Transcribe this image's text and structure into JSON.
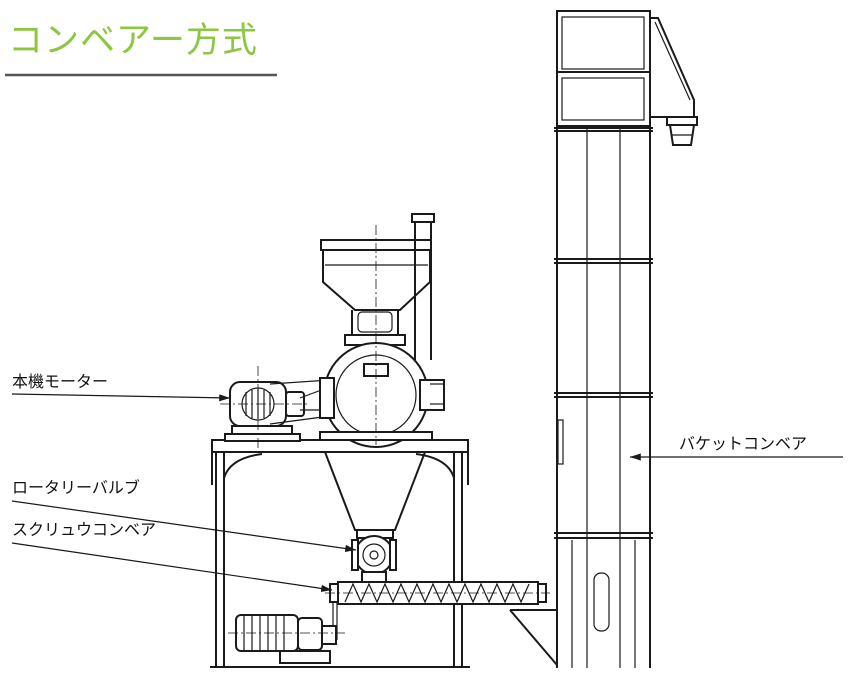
{
  "title": {
    "text": "コンベアー方式",
    "color": "#8dc63f",
    "underline_color": "#555555"
  },
  "labels": {
    "motor": "本機モーター",
    "rotary_valve": "ロータリーバルブ",
    "screw_conveyor": "スクリュウコンベア",
    "bucket_conveyor": "バケットコンベア"
  },
  "icons": [
    "leader-arrow"
  ]
}
